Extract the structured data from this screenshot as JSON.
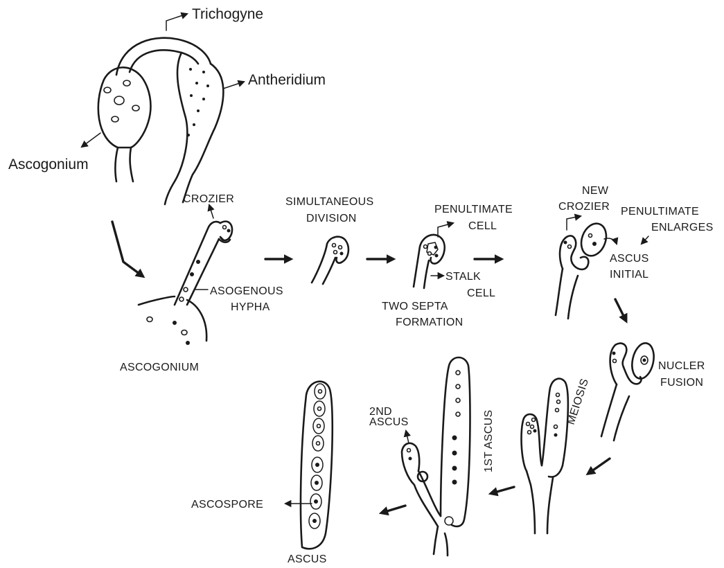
{
  "labels": {
    "trichogyne": "Trichogyne",
    "antheridium": "Antheridium",
    "ascogonium_top": "Ascogonium",
    "crozier": "CROZIER",
    "asogenous_1": "ASOGENOUS",
    "asogenous_2": "HYPHA",
    "ascogonium_bottom": "ASCOGONIUM",
    "simultaneous_1": "SIMULTANEOUS",
    "simultaneous_2": "DIVISION",
    "penultimate_1": "PENULTIMATE",
    "penultimate_2": "CELL",
    "stalk_1": "STALK",
    "stalk_2": "CELL",
    "two_septa_1": "TWO SEPTA",
    "two_septa_2": "FORMATION",
    "new_crozier_1": "NEW",
    "new_crozier_2": "CROZIER",
    "penultimate_enlarges_1": "PENULTIMATE",
    "penultimate_enlarges_2": "ENLARGES",
    "ascus_initial_1": "ASCUS",
    "ascus_initial_2": "INITIAL",
    "nucler_fusion_1": "NUCLER",
    "nucler_fusion_2": "FUSION",
    "meiosis": "MEIOSIS",
    "first_ascus": "1ST ASCUS",
    "second_ascus_1": "2ND",
    "second_ascus_2": "ASCUS",
    "ascospore": "ASCOSPORE",
    "ascus": "ASCUS"
  }
}
